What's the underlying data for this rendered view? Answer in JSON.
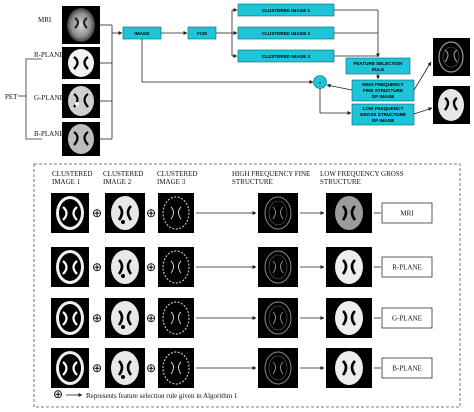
{
  "top": {
    "inputs": {
      "mri": "MRI",
      "pet": "PET",
      "planes": [
        "R-PLANE",
        "G-PLANE",
        "B-PLANE"
      ]
    },
    "blocks": {
      "image": "IMAGE",
      "fcm": "FCM",
      "clustered": [
        "CLUSTERED IMAGE 1",
        "CLUSTERED IMAGE 2",
        "CLUSTERED IMAGE 3"
      ],
      "rule_lines": [
        "FEATURE SELECTION",
        "RULE"
      ],
      "high_lines": [
        "HIGH FREQUENCY",
        "FINE STRUCTURE",
        "OF IMAGE"
      ],
      "low_lines": [
        "LOW FREQUENCY",
        "GROSS STRUCTURE",
        "OF IMAGE"
      ],
      "minus": "-"
    },
    "colors": {
      "block_fill": "#1cc6d8",
      "block_stroke": "#0b5f70"
    }
  },
  "bottom": {
    "headers": {
      "clustered1_lines": [
        "CLUSTERED",
        "IMAGE 1"
      ],
      "clustered2_lines": [
        "CLUSTERED",
        "IMAGE 2"
      ],
      "clustered3_lines": [
        "CLUSTERED",
        "IMAGE 3"
      ],
      "high_lines": [
        "HIGH FREQUENCY FINE",
        "STRUCTURE"
      ],
      "low_lines": [
        "LOW FREQUENCY GROSS",
        "STRUCTURE"
      ]
    },
    "rows": [
      "MRI",
      "R-PLANE",
      "G-PLANE",
      "B-PLANE"
    ],
    "footnote": "Represents feature selection rule given in Algorithm 1",
    "oplus_symbol": "⊕"
  }
}
